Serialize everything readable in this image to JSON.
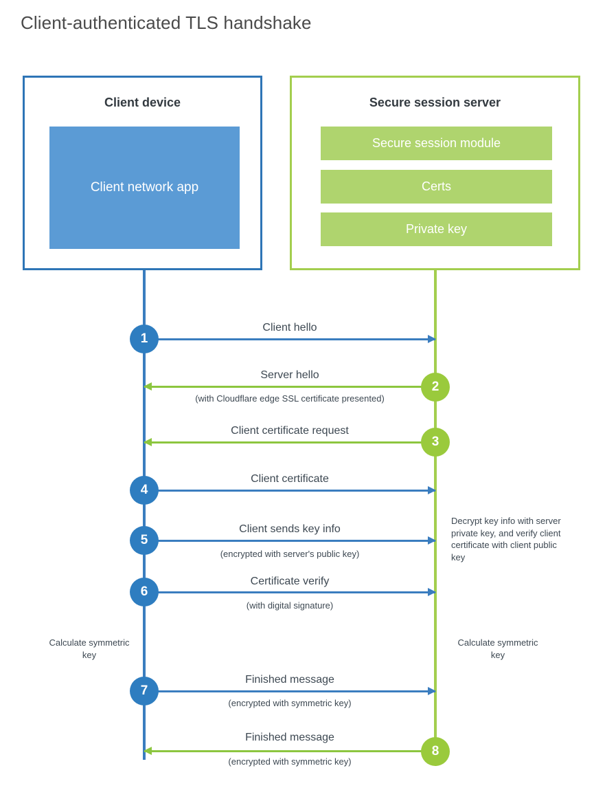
{
  "diagram": {
    "title": "Client-authenticated TLS handshake",
    "colors": {
      "client_border": "#2E75B6",
      "client_fill": "#5B9BD5",
      "client_line": "#3A7DBF",
      "client_circle": "#2E7DC0",
      "server_border": "#A3CE4E",
      "server_fill": "#AFD46E",
      "server_line": "#8CC63F",
      "server_circle": "#9ACA3C",
      "text": "#3d4852"
    }
  },
  "actors": {
    "client": {
      "title": "Client device",
      "components": [
        {
          "label": "Client network app"
        }
      ]
    },
    "server": {
      "title": "Secure session server",
      "components": [
        {
          "label": "Secure session module"
        },
        {
          "label": "Certs"
        },
        {
          "label": "Private key"
        }
      ]
    }
  },
  "steps": [
    {
      "number": "1",
      "label": "Client hello",
      "sub": "",
      "direction": "client-to-server"
    },
    {
      "number": "2",
      "label": "Server hello",
      "sub": "(with Cloudflare edge SSL certificate presented)",
      "direction": "server-to-client"
    },
    {
      "number": "3",
      "label": "Client certificate request",
      "sub": "",
      "direction": "server-to-client"
    },
    {
      "number": "4",
      "label": "Client certificate",
      "sub": "",
      "direction": "client-to-server"
    },
    {
      "number": "5",
      "label": "Client sends key info",
      "sub": "(encrypted with server's public key)",
      "direction": "client-to-server"
    },
    {
      "number": "6",
      "label": "Certificate verify",
      "sub": "(with digital signature)",
      "direction": "client-to-server"
    },
    {
      "number": "7",
      "label": "Finished message",
      "sub": "(encrypted with symmetric key)",
      "direction": "client-to-server"
    },
    {
      "number": "8",
      "label": "Finished message",
      "sub": "(encrypted with symmetric key)",
      "direction": "server-to-client"
    }
  ],
  "notes": {
    "server_decrypt": "Decrypt key info with server private key, and verify client certificate with client public key",
    "client_calc": "Calculate symmetric key",
    "server_calc": "Calculate symmetric key"
  }
}
